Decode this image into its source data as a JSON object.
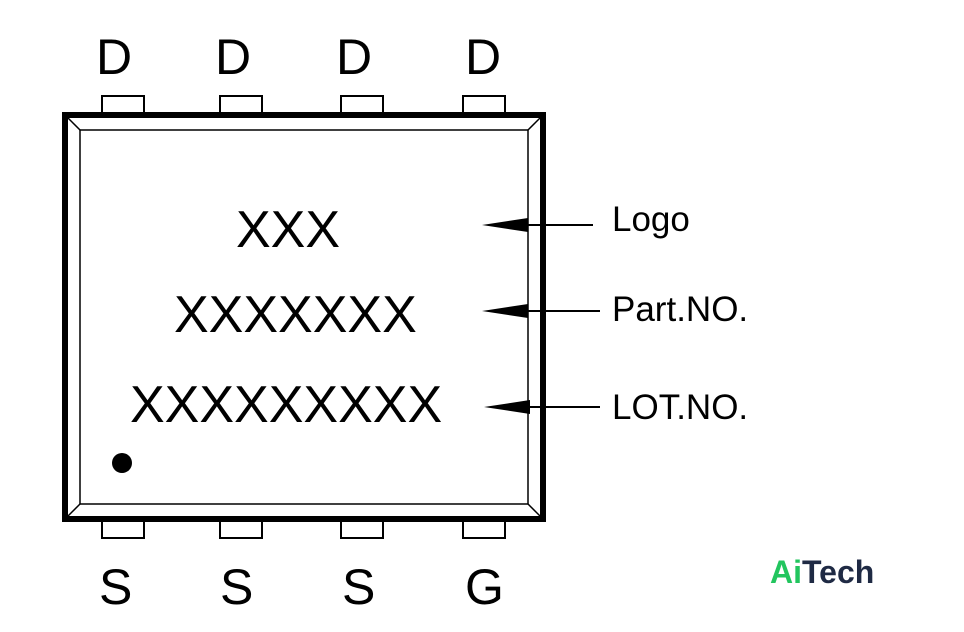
{
  "pins_top": [
    "D",
    "D",
    "D",
    "D"
  ],
  "pins_bottom": [
    "S",
    "S",
    "S",
    "G"
  ],
  "marking": {
    "logo": "XXX",
    "part_no": "XXXXXXX",
    "lot_no": "XXXXXXXXX"
  },
  "callouts": {
    "logo": "Logo",
    "part_no": "Part.NO.",
    "lot_no": "LOT.NO."
  },
  "brand": {
    "part1": "Ai",
    "part2": "Tech",
    "color1": "#22c55e",
    "color2": "#1f2a44"
  }
}
